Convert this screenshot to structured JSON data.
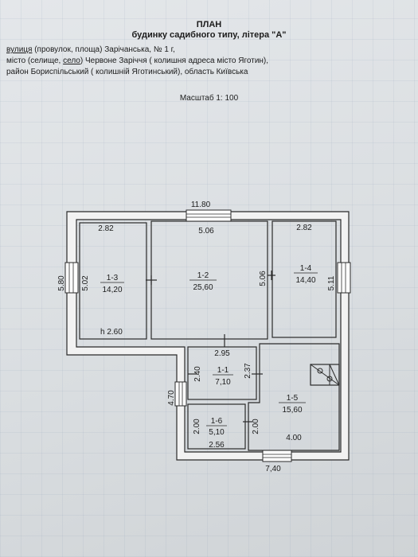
{
  "header": {
    "title": "ПЛАН",
    "subtitle": "будинку садибного типу, літера \"А\"",
    "address": {
      "street_label": "вулиця",
      "street_rest": " (провулок, площа) Зарічанська, № 1 г,",
      "settlement_prefix": "місто (селище, ",
      "settlement_label": "село",
      "settlement_rest": ") Червоне Заріччя ( колишня адреса місто Яготин),",
      "district": "район Бориспільський ( колишній Яготинський), область Київська"
    },
    "scale": "Масштаб 1: 100"
  },
  "plan": {
    "overall_width": "11.80",
    "overall_height": "5.80",
    "bottom_width": "7,40",
    "left_wing_height": "4.70",
    "rooms": {
      "r13": {
        "id": "1-3",
        "area": "14,20",
        "width": "2.82",
        "length": "5.02",
        "height_note": "h 2.60"
      },
      "r12": {
        "id": "1-2",
        "area": "25,60",
        "width": "5.06",
        "length": "5.06"
      },
      "r14": {
        "id": "1-4",
        "area": "14,40",
        "width": "2.82",
        "length": "5.11"
      },
      "r11": {
        "id": "1-1",
        "area": "7,10",
        "width": "2.95",
        "length": "2.40",
        "side": "2.37"
      },
      "r16": {
        "id": "1-6",
        "area": "5,10",
        "width": "2.56",
        "length": "2.00"
      },
      "r15": {
        "id": "1-5",
        "area": "15,60",
        "width": "4.00",
        "length": "2.00"
      }
    }
  }
}
